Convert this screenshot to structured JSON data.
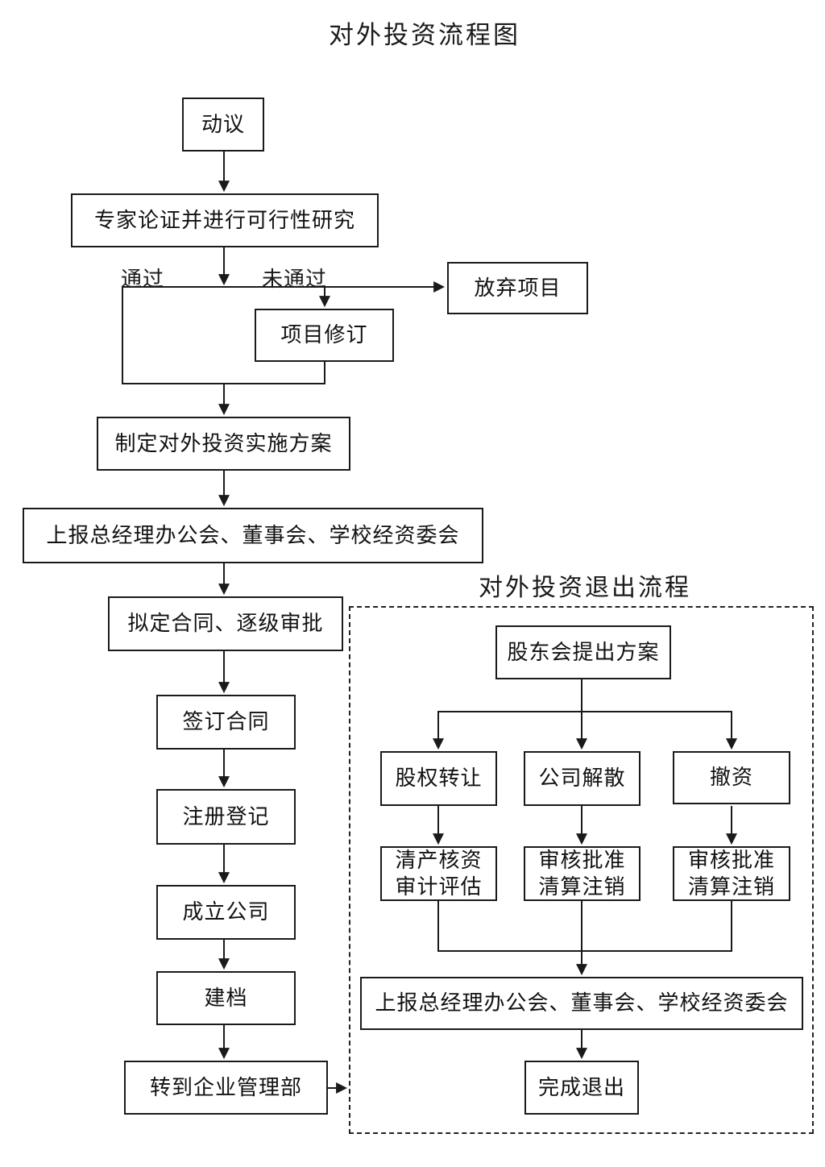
{
  "title": "对外投资流程图",
  "exit_section_title": "对外投资退出流程",
  "branch_labels": {
    "pass": "通过",
    "fail": "未通过"
  },
  "main_flow": {
    "motion": "动议",
    "feasibility": "专家论证并进行可行性研究",
    "abandon": "放弃项目",
    "revision": "项目修订",
    "plan": "制定对外投资实施方案",
    "report": "上报总经理办公会、董事会、学校经资委会",
    "draft_contract": "拟定合同、逐级审批",
    "sign_contract": "签订合同",
    "register": "注册登记",
    "establish": "成立公司",
    "archive": "建档",
    "transfer": "转到企业管理部"
  },
  "exit_flow": {
    "propose": "股东会提出方案",
    "branch1": "股权转让",
    "branch2": "公司解散",
    "branch3": "撤资",
    "branch1_step_line1": "清产核资",
    "branch1_step_line2": "审计评估",
    "branch2_step_line1": "审核批准",
    "branch2_step_line2": "清算注销",
    "branch3_step_line1": "审核批准",
    "branch3_step_line2": "清算注销",
    "report": "上报总经理办公会、董事会、学校经资委会",
    "complete": "完成退出"
  },
  "colors": {
    "background": "#ffffff",
    "line": "#1a1a1a",
    "box_border": "#1a1a1a",
    "box_fill": "#ffffff",
    "text": "#111111"
  }
}
